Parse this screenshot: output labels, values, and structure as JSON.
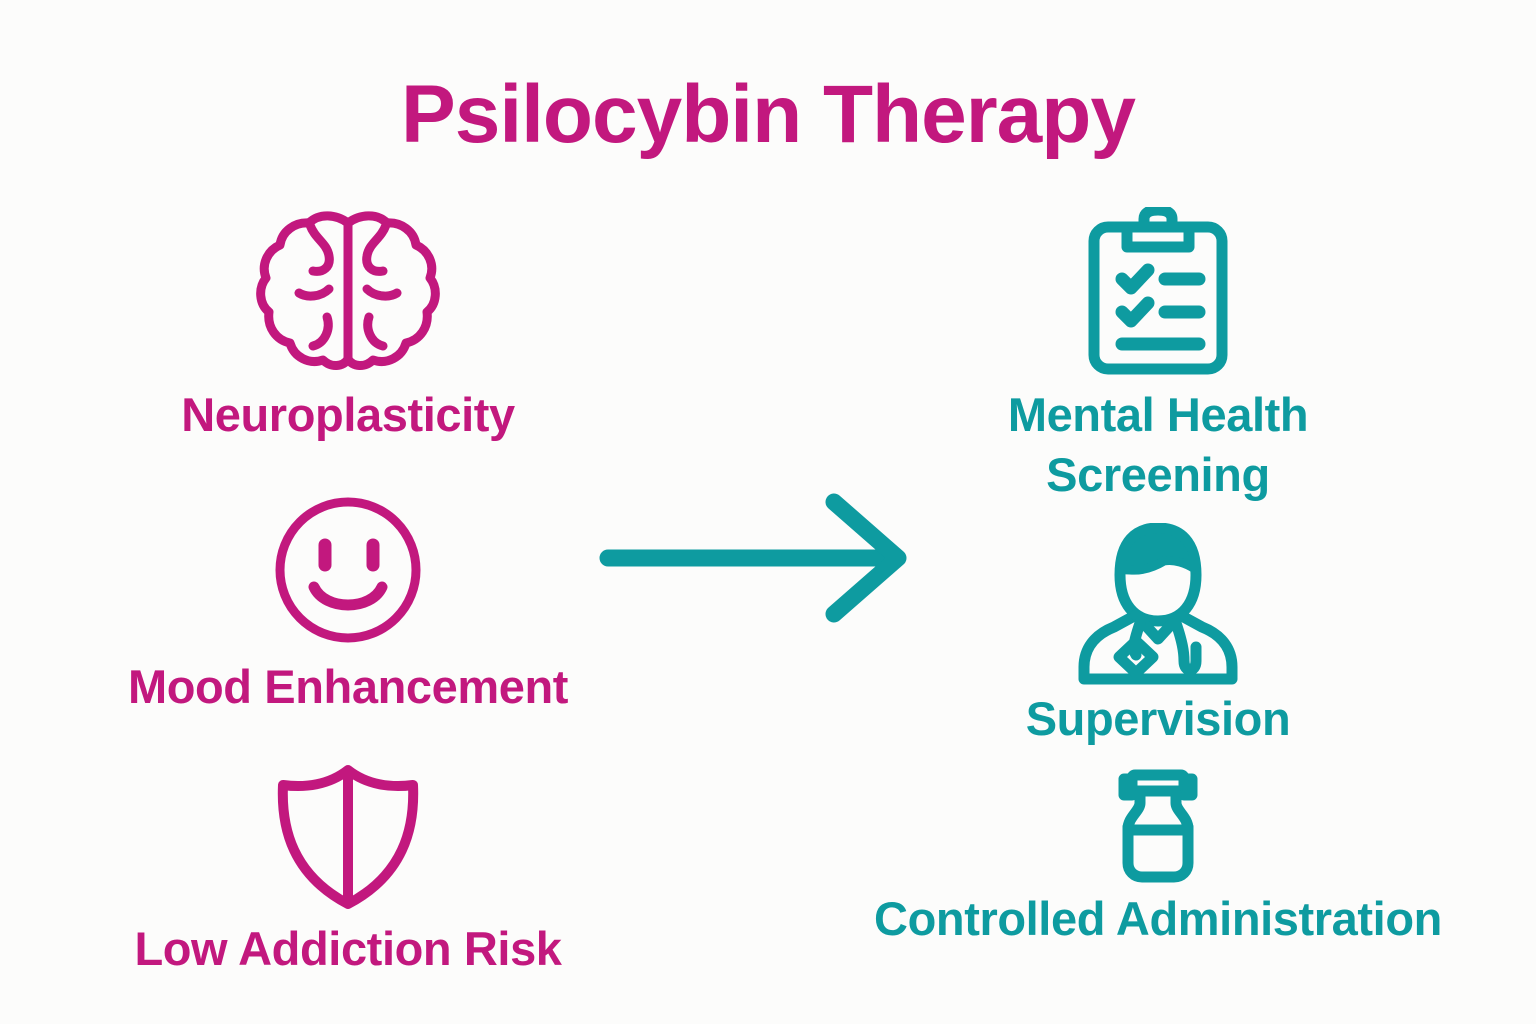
{
  "page": {
    "title": "Psilocybin Therapy",
    "background_color": "#fcfcfb"
  },
  "colors": {
    "benefit_accent": "#c2187e",
    "protocol_accent": "#0e9ba0"
  },
  "left_column": {
    "heading_color": "#c2187e",
    "items": [
      {
        "icon": "brain-icon",
        "label": "Neuroplasticity"
      },
      {
        "icon": "smiley-face-icon",
        "label": "Mood Enhancement"
      },
      {
        "icon": "shield-icon",
        "label": "Low Addiction Risk"
      }
    ]
  },
  "connector": {
    "icon": "arrow-right-icon",
    "color": "#0e9ba0",
    "direction": "right"
  },
  "right_column": {
    "heading_color": "#0e9ba0",
    "items": [
      {
        "icon": "clipboard-checklist-icon",
        "label": "Mental Health\nScreening"
      },
      {
        "icon": "doctor-icon",
        "label": "Supervision"
      },
      {
        "icon": "medicine-vial-icon",
        "label": "Controlled Administration"
      }
    ]
  }
}
